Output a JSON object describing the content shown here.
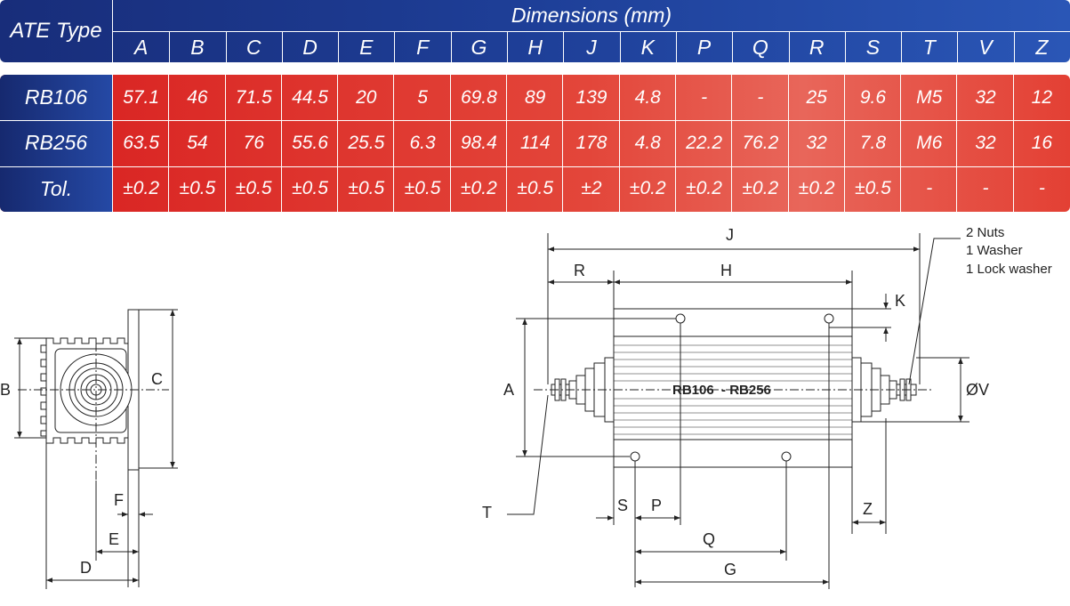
{
  "table": {
    "type_header": "ATE Type",
    "group_header": "Dimensions (mm)",
    "columns": [
      "A",
      "B",
      "C",
      "D",
      "E",
      "F",
      "G",
      "H",
      "J",
      "K",
      "P",
      "Q",
      "R",
      "S",
      "T",
      "V",
      "Z"
    ],
    "rows": [
      {
        "label": "RB106",
        "values": [
          "57.1",
          "46",
          "71.5",
          "44.5",
          "20",
          "5",
          "69.8",
          "89",
          "139",
          "4.8",
          "-",
          "-",
          "25",
          "9.6",
          "M5",
          "32",
          "12"
        ]
      },
      {
        "label": "RB256",
        "values": [
          "63.5",
          "54",
          "76",
          "55.6",
          "25.5",
          "6.3",
          "98.4",
          "114",
          "178",
          "4.8",
          "22.2",
          "76.2",
          "32",
          "7.8",
          "M6",
          "32",
          "16"
        ]
      },
      {
        "label": "Tol.",
        "values": [
          "±0.2",
          "±0.5",
          "±0.5",
          "±0.5",
          "±0.5",
          "±0.5",
          "±0.2",
          "±0.5",
          "±2",
          "±0.2",
          "±0.2",
          "±0.2",
          "±0.2",
          "±0.5",
          "-",
          "-",
          "-"
        ]
      }
    ]
  },
  "drawing": {
    "labels": {
      "B": "B",
      "C": "C",
      "F": "F",
      "E": "E",
      "D": "D",
      "J": "J",
      "R": "R",
      "H": "H",
      "K": "K",
      "A": "A",
      "T": "T",
      "S": "S",
      "P": "P",
      "Q": "Q",
      "G": "G",
      "Z": "Z",
      "V": "ØV"
    },
    "model_label": "RB106  - RB256",
    "nuts_note": [
      "2 Nuts",
      "1 Washer",
      "1 Lock washer"
    ]
  }
}
